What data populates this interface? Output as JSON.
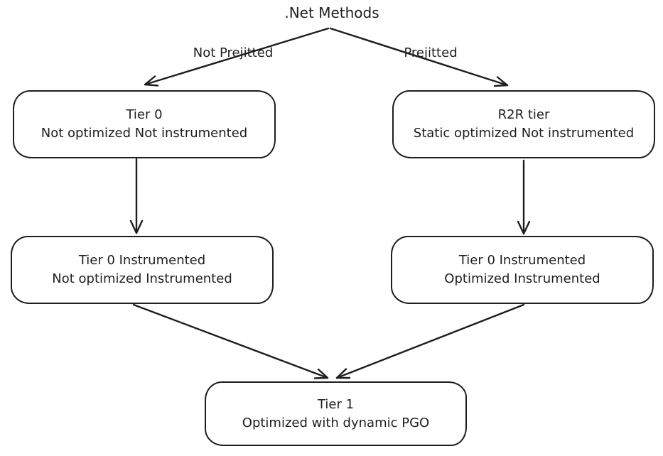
{
  "diagram": {
    "root_label": ".Net Methods",
    "branch_labels": {
      "left": "Not Prejitted",
      "right": "Prejitted"
    },
    "nodes": {
      "tier0": {
        "line1": "Tier 0",
        "line2": "Not optimized Not instrumented"
      },
      "r2r": {
        "line1": "R2R tier",
        "line2": "Static optimized Not instrumented"
      },
      "tier0_instrumented": {
        "line1": "Tier 0 Instrumented",
        "line2": "Not optimized Instrumented"
      },
      "tier0_instrumented_optimized": {
        "line1": "Tier 0 Instrumented",
        "line2": "Optimized Instrumented"
      },
      "tier1": {
        "line1": "Tier 1",
        "line2": "Optimized with dynamic PGO"
      }
    },
    "colors": {
      "stroke": "#1e1e1e",
      "background": "#ffffff"
    }
  }
}
